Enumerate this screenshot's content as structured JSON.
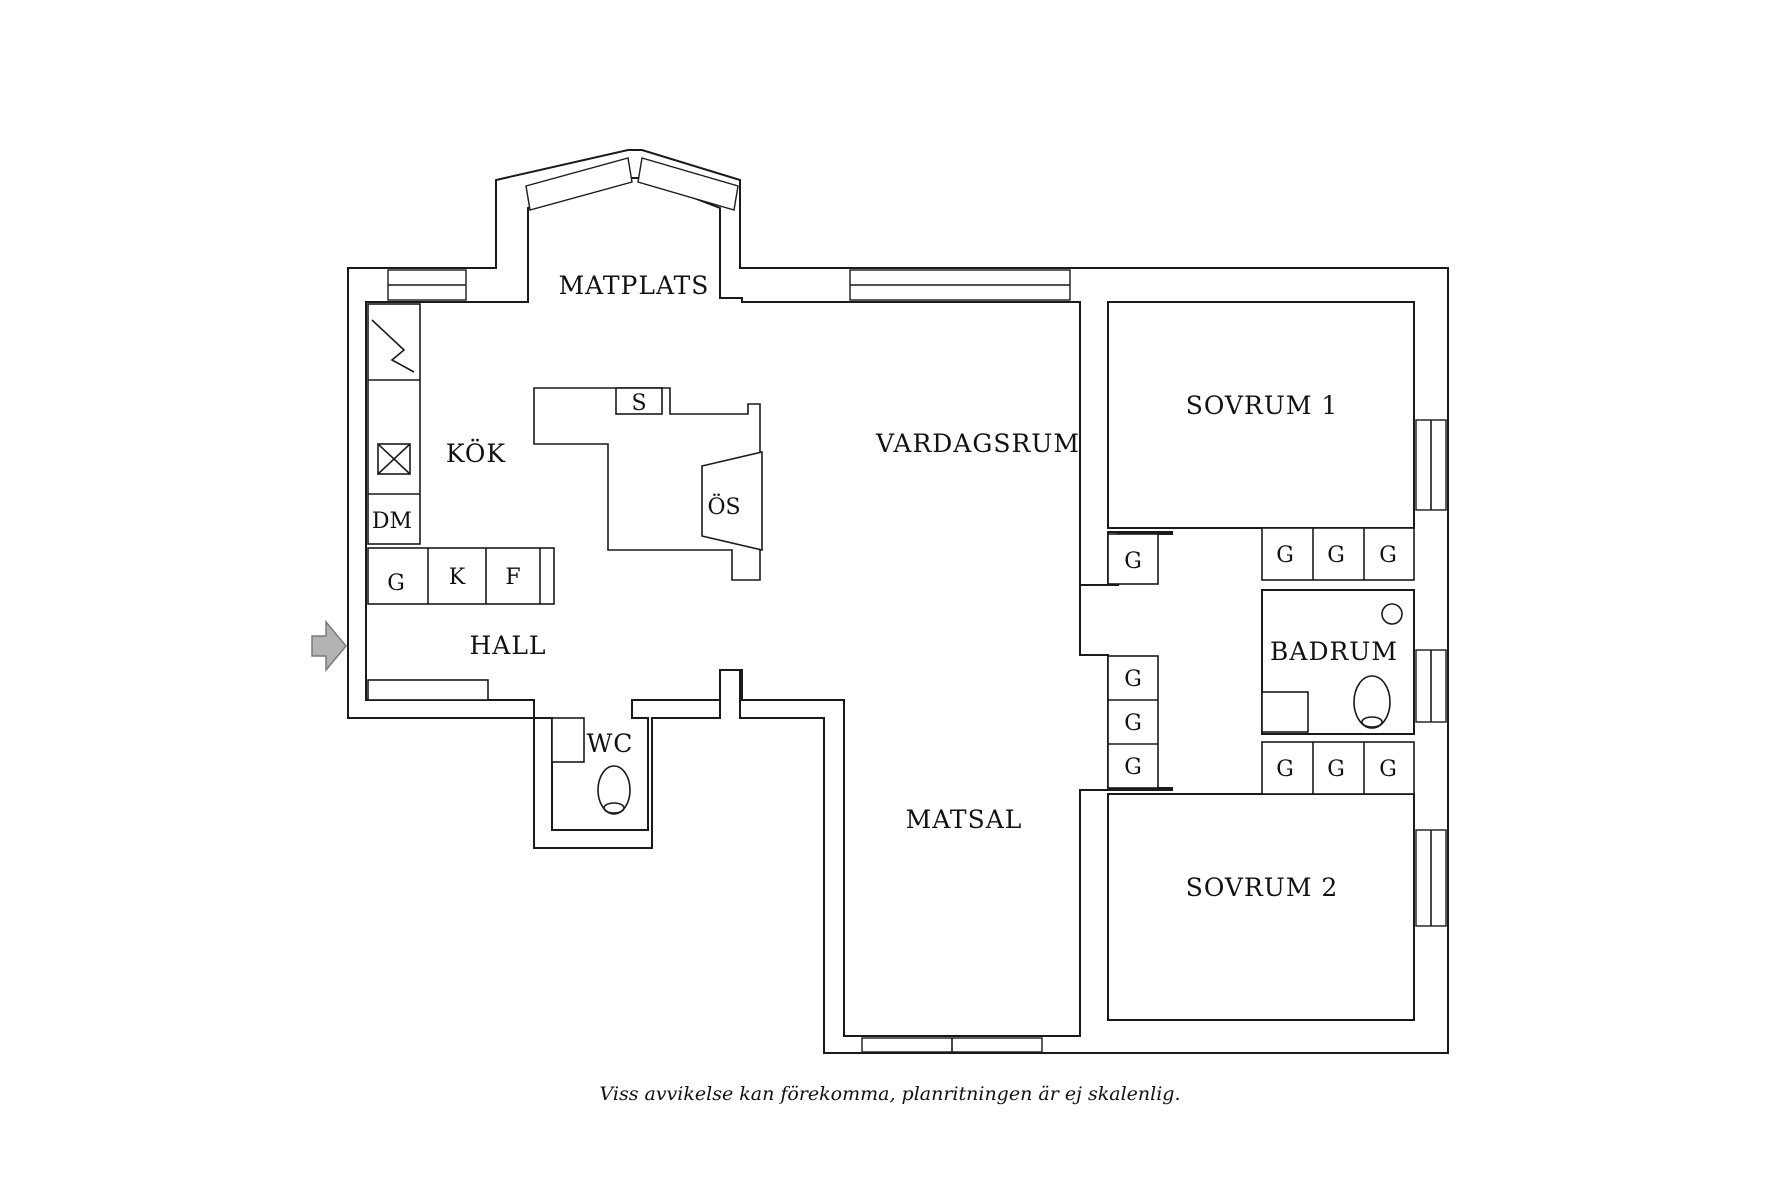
{
  "rooms": {
    "matplats": "MATPLATS",
    "kok": "KÖK",
    "vardagsrum": "VARDAGSRUM",
    "sovrum1": "SOVRUM 1",
    "hall": "HALL",
    "badrum": "BADRUM",
    "wc": "WC",
    "matsal": "MATSAL",
    "sovrum2": "SOVRUM 2"
  },
  "fixtures": {
    "s": "S",
    "os": "ÖS",
    "dm": "DM",
    "k": "K",
    "f": "F",
    "g": "G"
  },
  "disclaimer": "Viss avvikelse kan förekomma, planritningen är ej skalenlig.",
  "colors": {
    "walls": "#1a1a1a",
    "entry_arrow": "#b3b3b3"
  },
  "icons": [
    "entry-arrow-icon",
    "sink-icon",
    "toilet-icon",
    "stove-icon",
    "basin-icon"
  ]
}
